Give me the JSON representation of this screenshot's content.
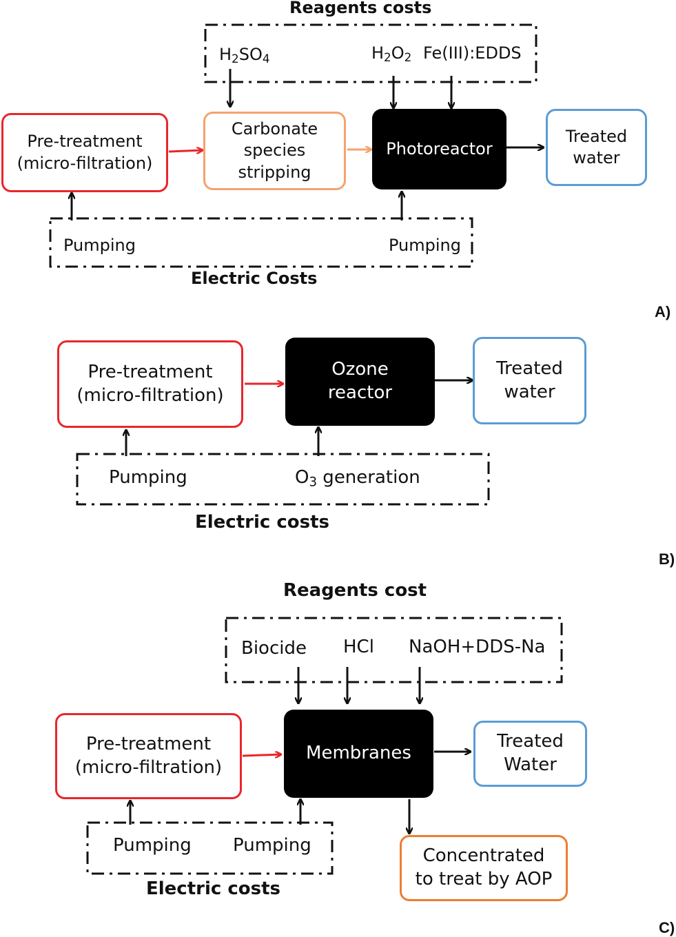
{
  "panel_a": {
    "tag": "A)",
    "reagents_title": "Reagents costs",
    "reagent_h2so4": {
      "main": "H",
      "sub1": "2",
      "mid": "SO",
      "sub2": "4"
    },
    "reagent_h2o2": {
      "main": "H",
      "sub1": "2",
      "mid": "O",
      "sub2": "2"
    },
    "reagent_fe": "Fe(III):EDDS",
    "pretreatment": [
      "Pre-treatment",
      "(micro-filtration)"
    ],
    "carbonate": [
      "Carbonate",
      "species",
      "stripping"
    ],
    "photoreactor": "Photoreactor",
    "treated": [
      "Treated",
      "water"
    ],
    "pumping_left": "Pumping",
    "pumping_right": "Pumping",
    "electric_title": "Electric Costs"
  },
  "panel_b": {
    "tag": "B)",
    "pretreatment": [
      "Pre-treatment",
      "(micro-filtration)"
    ],
    "ozone": [
      "Ozone",
      "reactor"
    ],
    "treated": [
      "Treated",
      "water"
    ],
    "pumping": "Pumping",
    "o3_gen": {
      "main": "O",
      "sub": "3",
      "rest": " generation"
    },
    "electric_title": "Electric costs"
  },
  "panel_c": {
    "tag": "C)",
    "reagents_title": "Reagents cost",
    "reagent_biocide": "Biocide",
    "reagent_hcl": "HCl",
    "reagent_naoh": "NaOH+DDS-Na",
    "pretreatment": [
      "Pre-treatment",
      "(micro-filtration)"
    ],
    "membranes": "Membranes",
    "treated": [
      "Treated",
      "Water"
    ],
    "concentrated": [
      "Concentrated",
      "to treat by AOP"
    ],
    "pumping_left": "Pumping",
    "pumping_right": "Pumping",
    "electric_title": "Electric costs"
  },
  "colors": {
    "red": "#e8262b",
    "blue": "#5b9bd5",
    "light_orange": "#f4a26e",
    "dark_orange": "#ed7d31",
    "black": "#000000"
  }
}
